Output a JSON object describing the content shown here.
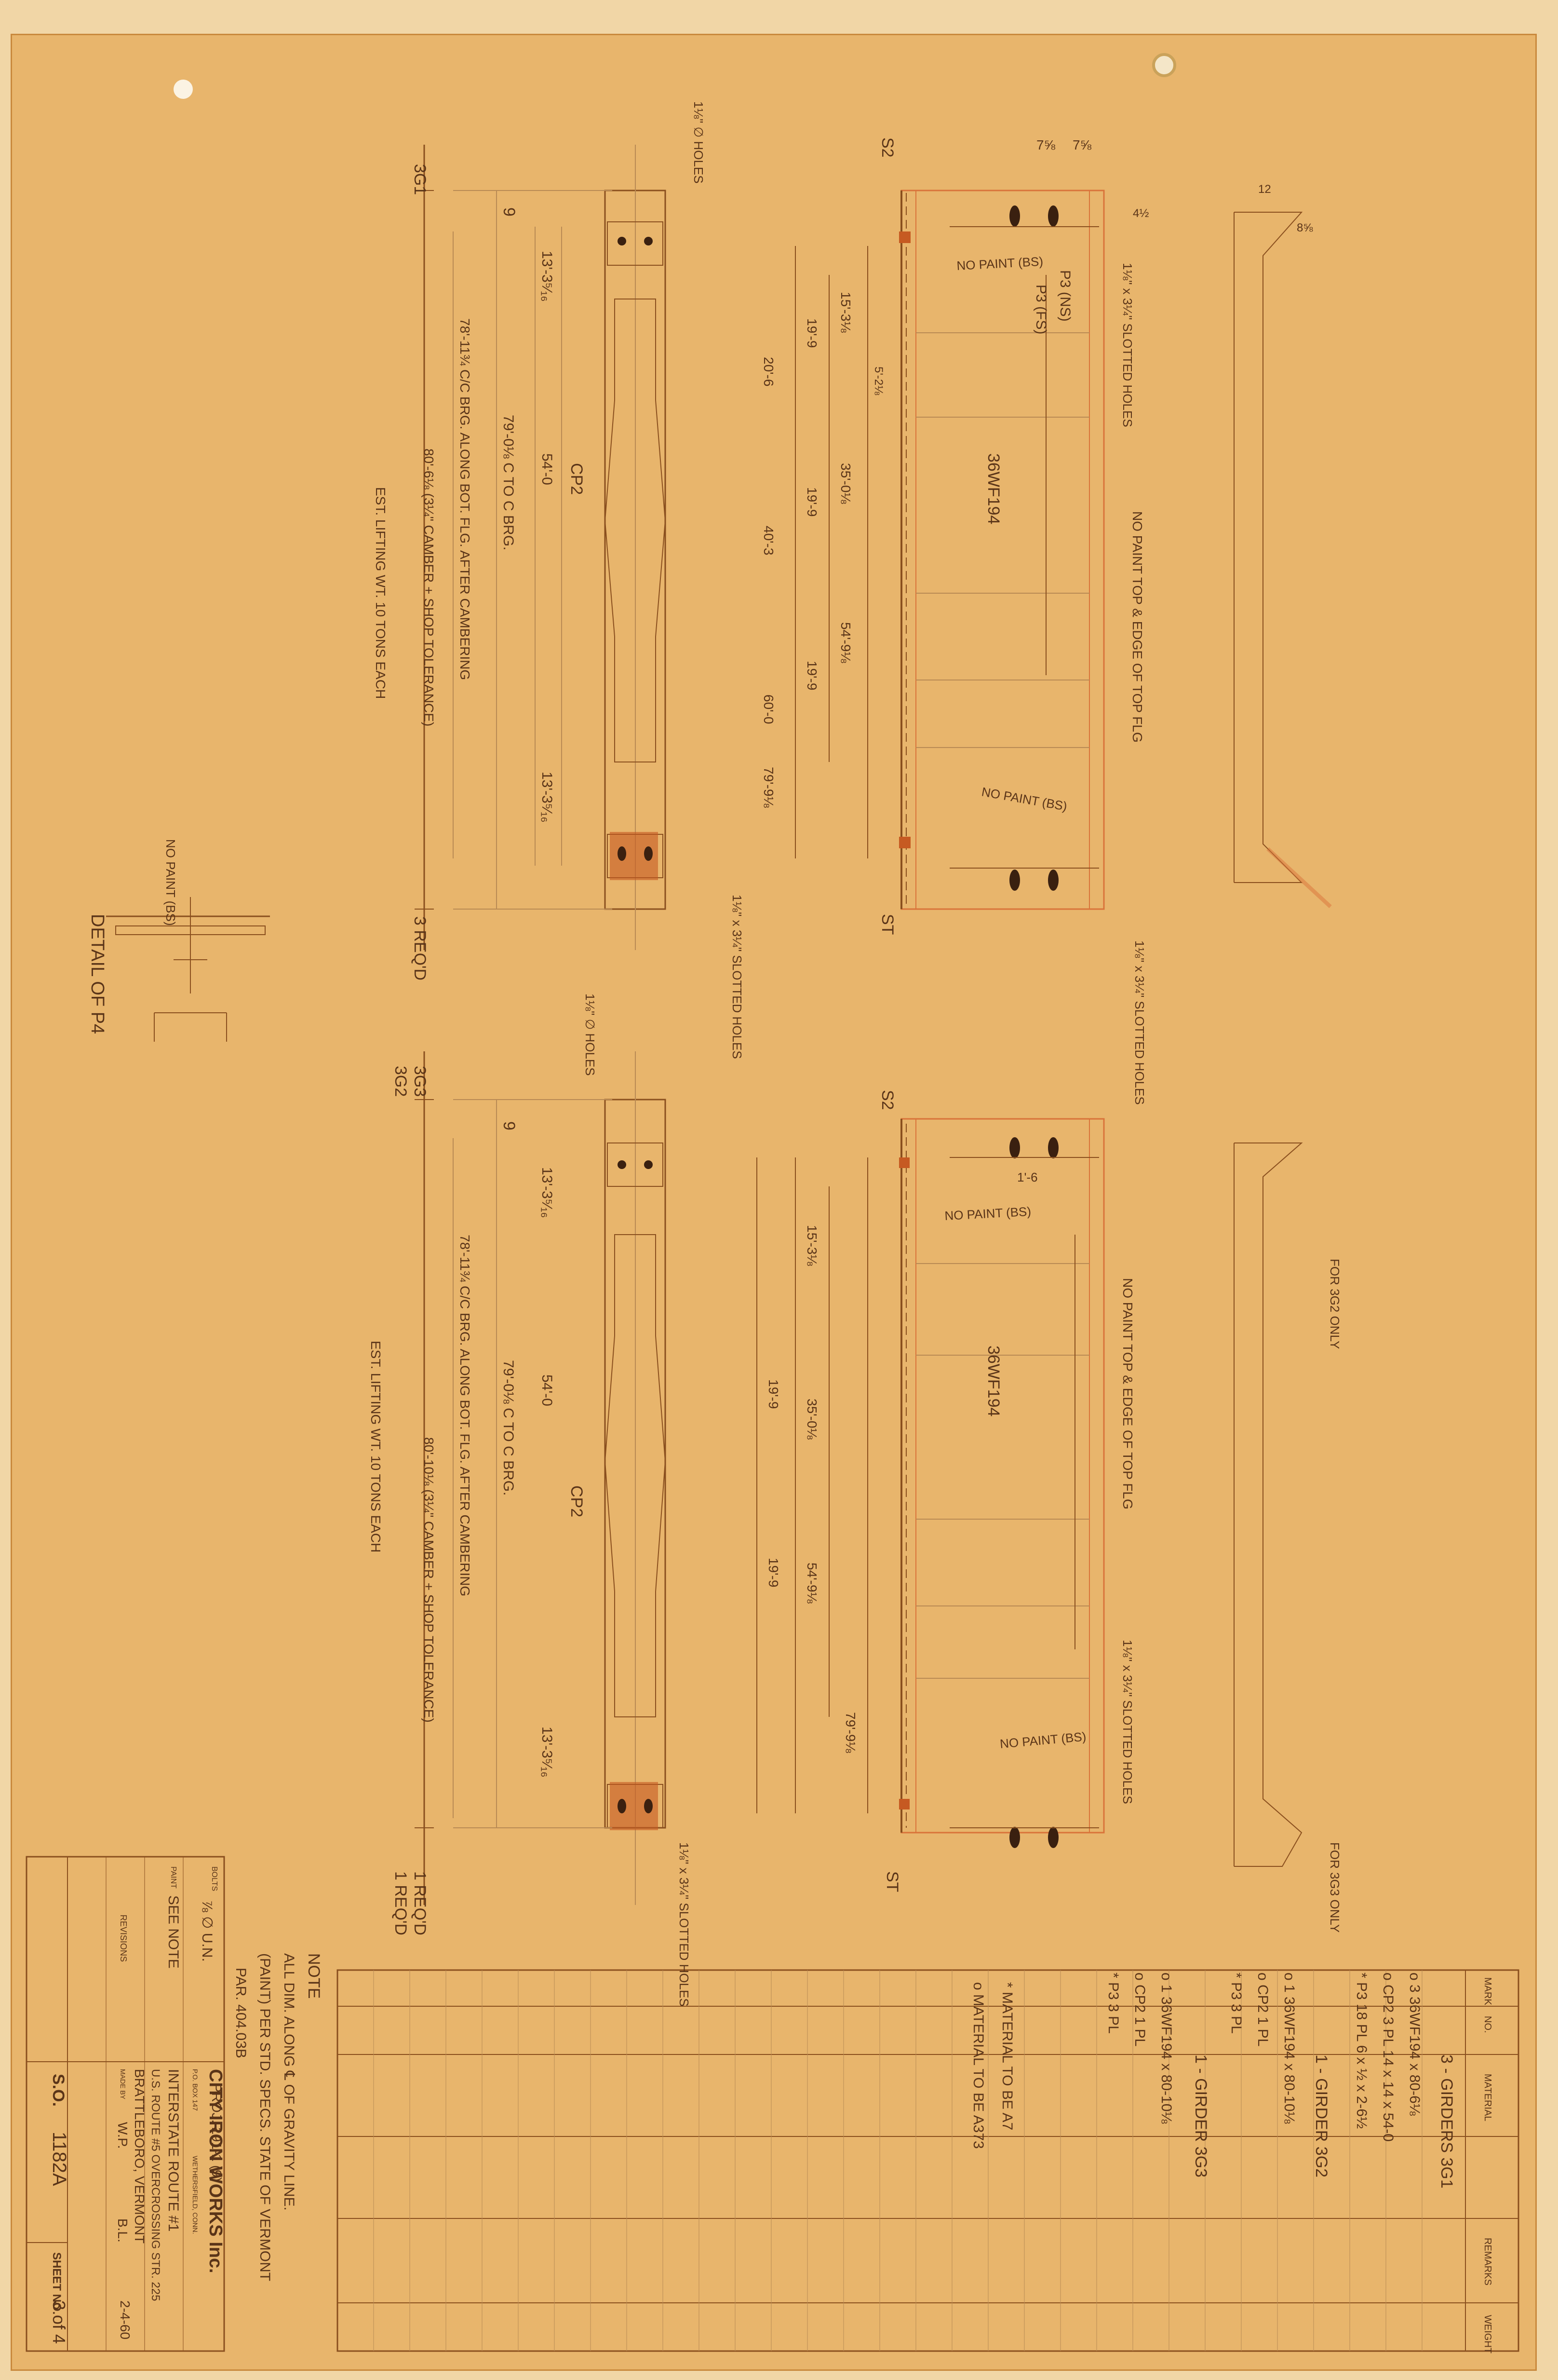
{
  "rotated_labels": {
    "dim_12": "12",
    "dim_8_5_8": "8⅝",
    "dim_4_5": "4½",
    "dim_7_5_8_a": "7⅝",
    "dim_7_5_8_b": "7⅝",
    "s2": "S2",
    "st": "ST",
    "hole_note": "1⅛\" x 3¼\" SLOTTED HOLES",
    "holes": "1⅛\" ∅ HOLES",
    "no_paint_bs": "NO PAINT (BS)",
    "no_paint_top": "NO PAINT TOP & EDGE OF TOP FLG",
    "p3_ns": "P3 (NS)",
    "p3_fs": "P3 (FS)",
    "beam": "36WF194",
    "cp2": "CP2",
    "dim_9": "9",
    "dim_13_3": "13'-3⁵⁄₁₆",
    "dim_78": "78'-11¾ C/C BRG. ALONG BOT. FLG. AFTER CAMBERING",
    "dim_79": "79'-0⅛ C TO C BRG.",
    "dim_54": "54'-0",
    "dim_80_a": "80'-6⅛ (3¼\" CAMBER + SHOP TOLERANCE)",
    "dim_80_b": "80'-10⅛ (3¼\" CAMBER + SHOP TOLERANCE)",
    "est_lift": "EST. LIFTING WT. 10 TONS EACH",
    "g1": "3G1",
    "g1_req": "3 REQ'D",
    "g2": "3G2",
    "g3": "3G3",
    "g23_req": "1 REQ'D",
    "detail_title": "DETAIL OF P4",
    "for_3g2": "FOR 3G2 ONLY",
    "for_3g3": "FOR 3G3 ONLY",
    "dim_1_6": "1'-6",
    "dim_19_9": "19'-9",
    "dim_20_6": "20'-6",
    "dim_40_3": "40'-3",
    "dim_60_0": "60'-0",
    "dim_79_9": "79'-9⅛",
    "dim_35": "35'-0⅛",
    "dim_54_9": "54'-9⅛",
    "dim_15": "15'-3⅛",
    "dim_5_2": "5'-2⅛"
  },
  "bill_of_materials": {
    "headers": [
      "MARK",
      "NO.",
      "MATERIAL",
      "REMARKS",
      "WEIGHT"
    ],
    "group1_title": "3 - GIRDERS 3G1",
    "group1_rows": [
      "o   3  36WF194 x 80-6⅛",
      "o CP2  3  PL 14 x 14 x 54-0",
      "* P3  18  PL 6 x ½ x 2-6½"
    ],
    "group2_title": "1 - GIRDER 3G2",
    "group2_rows": [
      "o   1  36WF194 x 80-10⅛",
      "o CP2  1  PL",
      "* P3  3  PL"
    ],
    "group3_title": "1 - GIRDER 3G3",
    "group3_rows": [
      "o   1  36WF194 x 80-10⅛",
      "o CP2  1  PL",
      "* P3  3  PL"
    ],
    "notes": [
      "* MATERIAL TO BE A7",
      "o MATERIAL TO BE A373"
    ]
  },
  "general_note": {
    "title": "NOTE",
    "lines": [
      "ALL DIM. ALONG ℄ OF GRAVITY LINE.",
      "(PAINT) PER STD. SPECS. STATE OF VERMONT",
      "PAR. 404.03B",
      "PROJ. 191-1 (9)"
    ]
  },
  "title_block": {
    "company": "CITY IRON WORKS Inc.",
    "address1": "P.O. BOX 147",
    "address2": "WETHERSFIELD, CONN.",
    "bolts_label": "BOLTS",
    "bolts_value": "⅞ ∅ U.N.",
    "paint_label": "PAINT",
    "paint_value": "SEE NOTE",
    "revisions": "REVISIONS",
    "project1": "INTERSTATE ROUTE #1",
    "project2": "U.S. ROUTE #5 OVERCROSSING STR. 225",
    "project3": "BRATTLEBORO, VERMONT",
    "made_by_label": "MADE BY",
    "made_by": "W.P.",
    "checked_by": "B.L.",
    "date": "2-4-60",
    "so_label": "S.O.",
    "so_value": "1182A",
    "sheet_label": "SHEET NO.",
    "sheet_value": "3 of 4"
  }
}
